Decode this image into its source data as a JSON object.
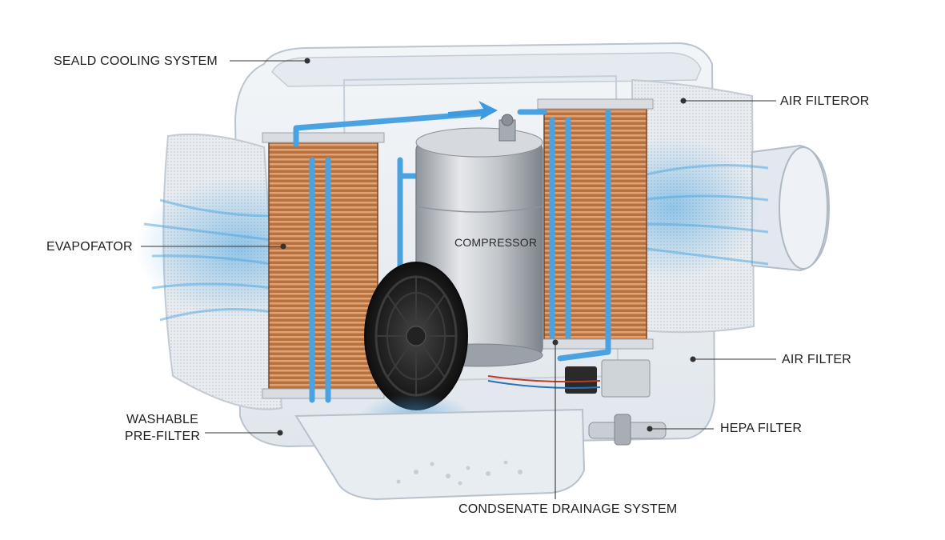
{
  "labels": {
    "sealed_cooling_system": "SEALD COOLING SYSTEM",
    "air_filteror": "AIR FILTEROR",
    "evapofator": "EVAPOFATOR",
    "compressor": "COMPRESSOR",
    "air_filter": "AIR FILTER",
    "washable_line1": "WASHABLE",
    "washable_line2": "PRE-FILTER",
    "hepa_filter": "HEPA FILTER",
    "condensate_drainage": "CONDSENATE DRAINAGE SYSTEM"
  },
  "colors": {
    "housing": "#dfe6ee",
    "housing_edge": "#b9c4cf",
    "airflow": "#4aa3e0",
    "copper": "#c27a4a",
    "steel": "#b8bcc2",
    "fan": "#1b1b1b",
    "leader": "#333333"
  }
}
